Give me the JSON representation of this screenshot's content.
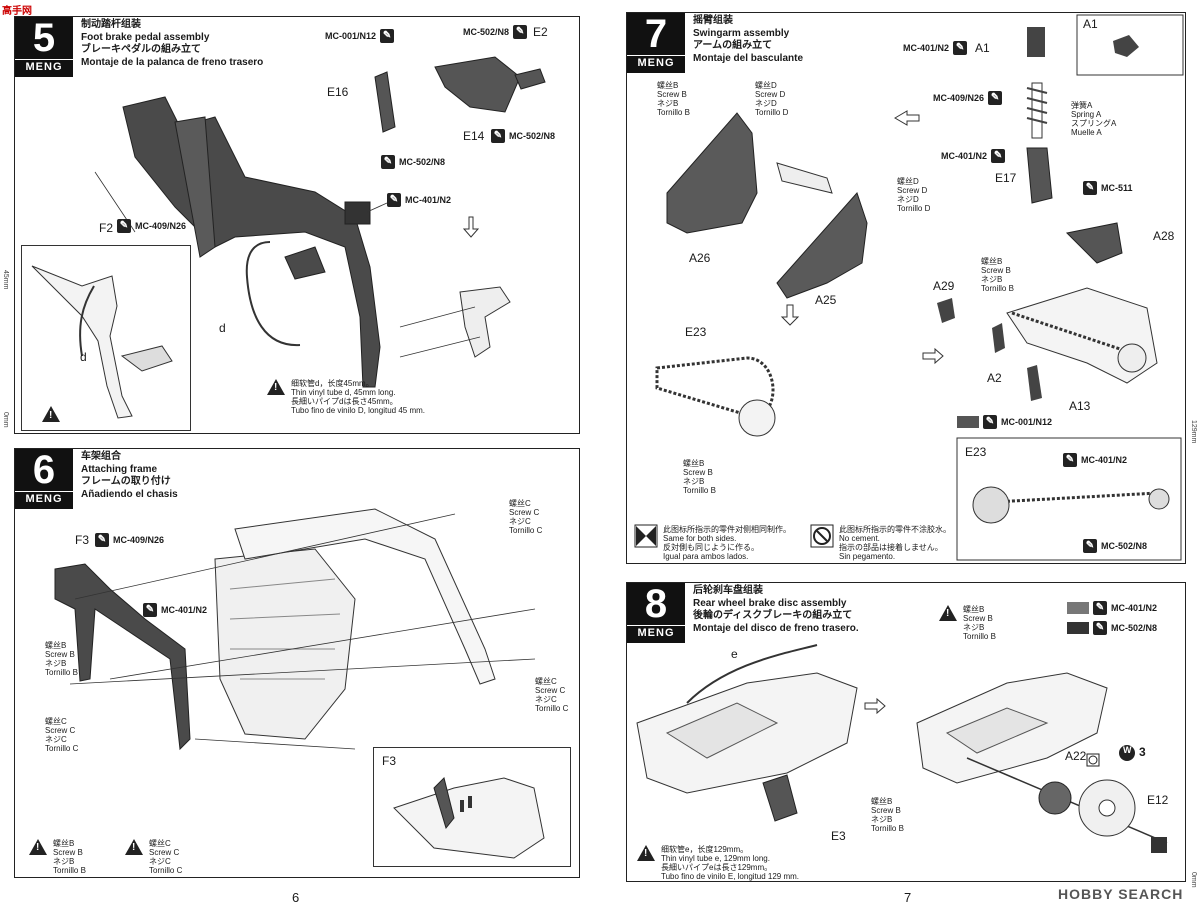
{
  "left_page": {
    "page_number": "6",
    "step5": {
      "number": "5",
      "brand": "MENG",
      "title_zh": "制动踏杆组装",
      "title_en": "Foot brake pedal assembly",
      "title_ja": "ブレーキペダルの組み立て",
      "title_es": "Montaje de la palanca de freno trasero",
      "parts": [
        "F2",
        "E16",
        "E14",
        "E2",
        "d"
      ],
      "paints": [
        "MC-001/N12",
        "MC-502/N8",
        "MC-502/N8",
        "MC-502/N8",
        "MC-401/N2",
        "MC-409/N26"
      ],
      "note_zh": "细软管d，长度45mm。",
      "note_en": "Thin vinyl tube d, 45mm long.",
      "note_ja": "長細いパイプdは長さ45mm。",
      "note_es": "Tubo fino de vinilo D, longitud 45 mm.",
      "ruler_top": "45mm",
      "ruler_bottom": "0mm",
      "inset_part": "d"
    },
    "step6": {
      "number": "6",
      "brand": "MENG",
      "title_zh": "车架组合",
      "title_en": "Attaching frame",
      "title_ja": "フレームの取り付け",
      "title_es": "Añadiendo el chasis",
      "parts": [
        "F3"
      ],
      "inset_part": "F3",
      "paints": [
        "MC-409/N26",
        "MC-401/N2"
      ],
      "screwB": {
        "zh": "螺丝B",
        "en": "Screw B",
        "ja": "ネジB",
        "es": "Tornillo B"
      },
      "screwC": {
        "zh": "螺丝C",
        "en": "Screw C",
        "ja": "ネジC",
        "es": "Tornillo C"
      }
    }
  },
  "right_page": {
    "page_number": "7",
    "step7": {
      "number": "7",
      "brand": "MENG",
      "title_zh": "摇臂组装",
      "title_en": "Swingarm assembly",
      "title_ja": "アームの組み立て",
      "title_es": "Montaje del basculante",
      "parts": [
        "A1",
        "A1",
        "E17",
        "A26",
        "A25",
        "A28",
        "A29",
        "A2",
        "A13",
        "E23",
        "E23"
      ],
      "paints": [
        "MC-401/N2",
        "MC-409/N26",
        "MC-401/N2",
        "MC-511",
        "MC-001/N12",
        "MC-401/N2",
        "MC-502/N8"
      ],
      "springA": {
        "zh": "弹簧A",
        "en": "Spring A",
        "ja": "スプリングA",
        "es": "Muelle A"
      },
      "screwB": {
        "zh": "螺丝B",
        "en": "Screw B",
        "ja": "ネジB",
        "es": "Tornillo B"
      },
      "screwD": {
        "zh": "螺丝D",
        "en": "Screw D",
        "ja": "ネジD",
        "es": "Tornillo D"
      },
      "legend_both_zh": "此图标所指示的零件对侧相同制作。",
      "legend_both_en": "Same for both sides.",
      "legend_both_ja": "反対側も同じように作る。",
      "legend_both_es": "Igual para ambos lados.",
      "legend_nocement_zh": "此图标所指示的零件不涂胶水。",
      "legend_nocement_en": "No cement.",
      "legend_nocement_ja": "指示の部品は接着しません。",
      "legend_nocement_es": "Sin pegamento.",
      "ruler": "129mm"
    },
    "step8": {
      "number": "8",
      "brand": "MENG",
      "title_zh": "后轮刹车盘组装",
      "title_en": "Rear wheel brake disc assembly",
      "title_ja": "後輪のディスクブレーキの組み立て",
      "title_es": "Montaje del disco de freno trasero.",
      "parts": [
        "e",
        "E3",
        "A22",
        "E12"
      ],
      "w_label": "W",
      "w_count": "3",
      "paints": [
        "MC-401/N2",
        "MC-502/N8"
      ],
      "screwB": {
        "zh": "螺丝B",
        "en": "Screw B",
        "ja": "ネジB",
        "es": "Tornillo B"
      },
      "note_zh": "细软管e，长度129mm。",
      "note_en": "Thin vinyl tube e, 129mm long.",
      "note_ja": "長細いパイプeは長さ129mm。",
      "note_es": "Tubo fino de vinilo E, longitud 129 mm.",
      "ruler_bottom": "0mm"
    },
    "watermark": "HOBBY SEARCH"
  },
  "corner_watermark": "高手网"
}
